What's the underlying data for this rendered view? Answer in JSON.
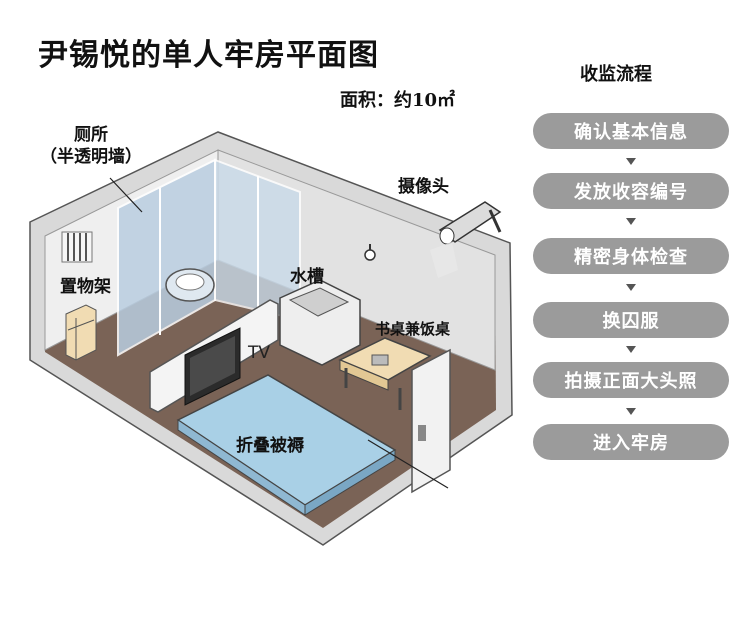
{
  "title": "尹锡悦的单人牢房平面图",
  "area": "面积：约10㎡",
  "labels": {
    "toilet_line1": "厕所",
    "toilet_line2": "（半透明墙）",
    "camera": "摄像头",
    "shelf": "置物架",
    "sink": "水槽",
    "desk": "书桌兼饭桌",
    "tv": "TV",
    "bedding": "折叠被褥"
  },
  "flow": {
    "title": "收监流程",
    "steps": [
      "确认基本信息",
      "发放收容编号",
      "精密身体检查",
      "换囚服",
      "拍摄正面大头照",
      "进入牢房"
    ]
  },
  "colors": {
    "floor": "#7a6356",
    "wall": "#e6e6e6",
    "glass": "#b9cde0",
    "bedding": "#a9d0e6",
    "desk": "#f1dcb3",
    "step_bg": "#9b9b9b"
  }
}
